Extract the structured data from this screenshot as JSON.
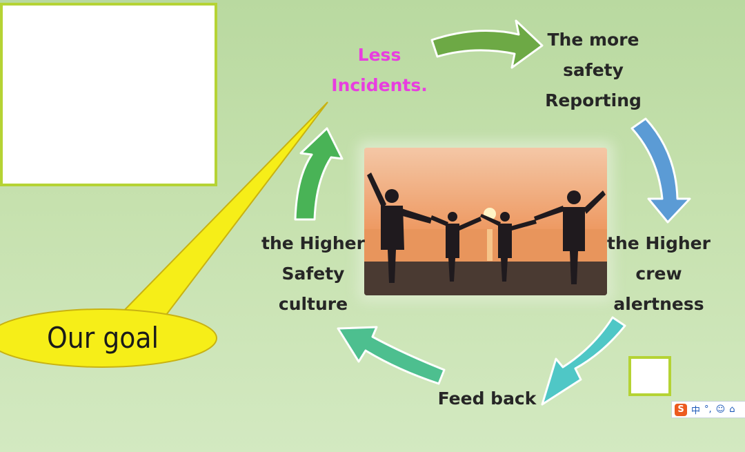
{
  "labels": {
    "less_incidents": [
      "Less",
      "Incidents."
    ],
    "more_reporting": [
      "The more",
      "safety",
      "Reporting"
    ],
    "crew_alertness": [
      "the Higher",
      "crew",
      "alertness"
    ],
    "feed_back": [
      "Feed back"
    ],
    "safety_culture": [
      "the Higher",
      "Safety",
      "culture"
    ],
    "our_goal": "Our goal"
  },
  "colors": {
    "background": "#c6e1ae",
    "box_border": "#b5d334",
    "highlight_text": "#e83ee0",
    "body_text": "#262626",
    "callout_fill": "#f6ee18",
    "callout_border": "#c8b212",
    "arrow_top": "#6da945",
    "arrow_right": "#5b9bd5",
    "arrow_bottom_right": "#4fc7c6",
    "arrow_bottom_left": "#4dbf8f",
    "arrow_left": "#49b356"
  },
  "ime_toolbar": {
    "logo": "S",
    "items": [
      "中",
      "°,",
      "☺",
      "⌂"
    ]
  }
}
